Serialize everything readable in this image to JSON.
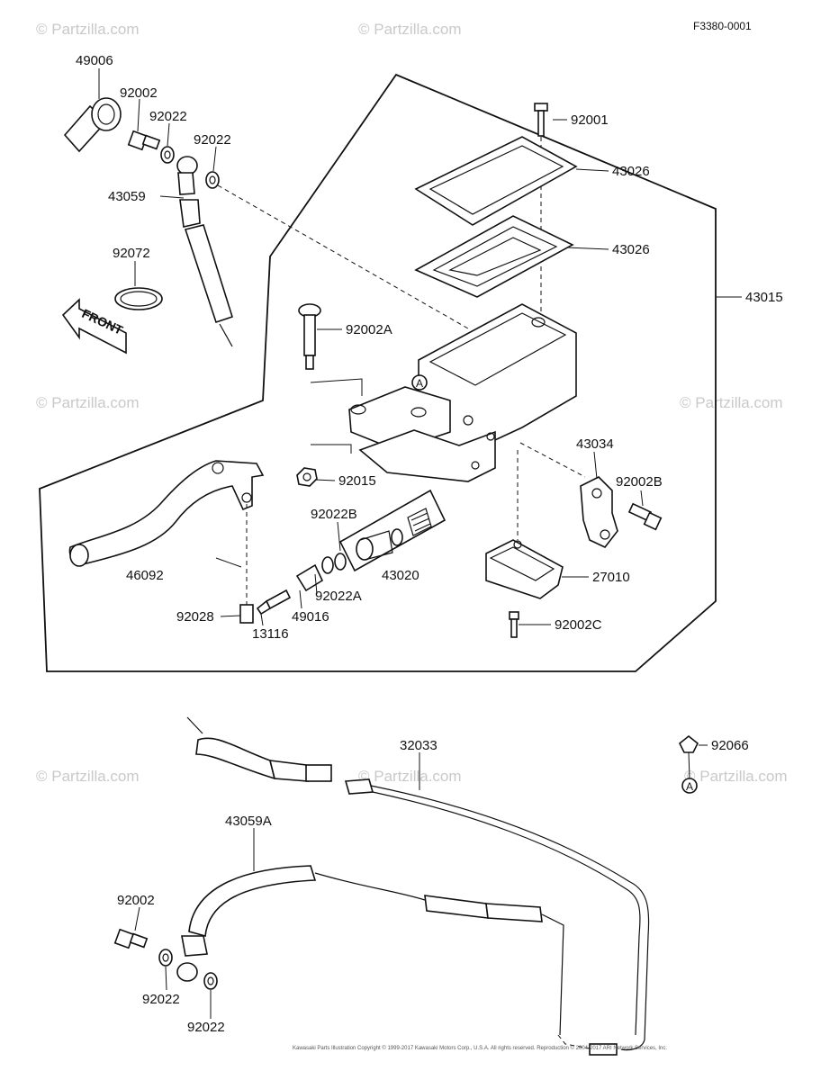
{
  "diagram_code": "F3380-0001",
  "watermark": "© Partzilla.com",
  "front_arrow_label": "FRONT",
  "ref_marker": "A",
  "parts": {
    "p49006": "49006",
    "p92002_top": "92002",
    "p92022_top_a": "92022",
    "p92022_top_b": "92022",
    "p43059": "43059",
    "p92072": "92072",
    "p92001": "92001",
    "p43026_a": "43026",
    "p43026_b": "43026",
    "p43015": "43015",
    "p92002A": "92002A",
    "p43034": "43034",
    "p92002B": "92002B",
    "p92015": "92015",
    "p92022B": "92022B",
    "p43020": "43020",
    "p46092": "46092",
    "p27010": "27010",
    "p92022A": "92022A",
    "p49016": "49016",
    "p92028": "92028",
    "p13116": "13116",
    "p92002C": "92002C",
    "p32033": "32033",
    "p92066": "92066",
    "p43059A": "43059A",
    "p92002_bot": "92002",
    "p92022_bot_a": "92022",
    "p92022_bot_b": "92022"
  },
  "copyright": "Kawasaki Parts Illustration Copyright © 1999-2017 Kawasaki Motors Corp., U.S.A. All rights reserved. Reproduction © 2004-2017 ARI Network Services, Inc."
}
